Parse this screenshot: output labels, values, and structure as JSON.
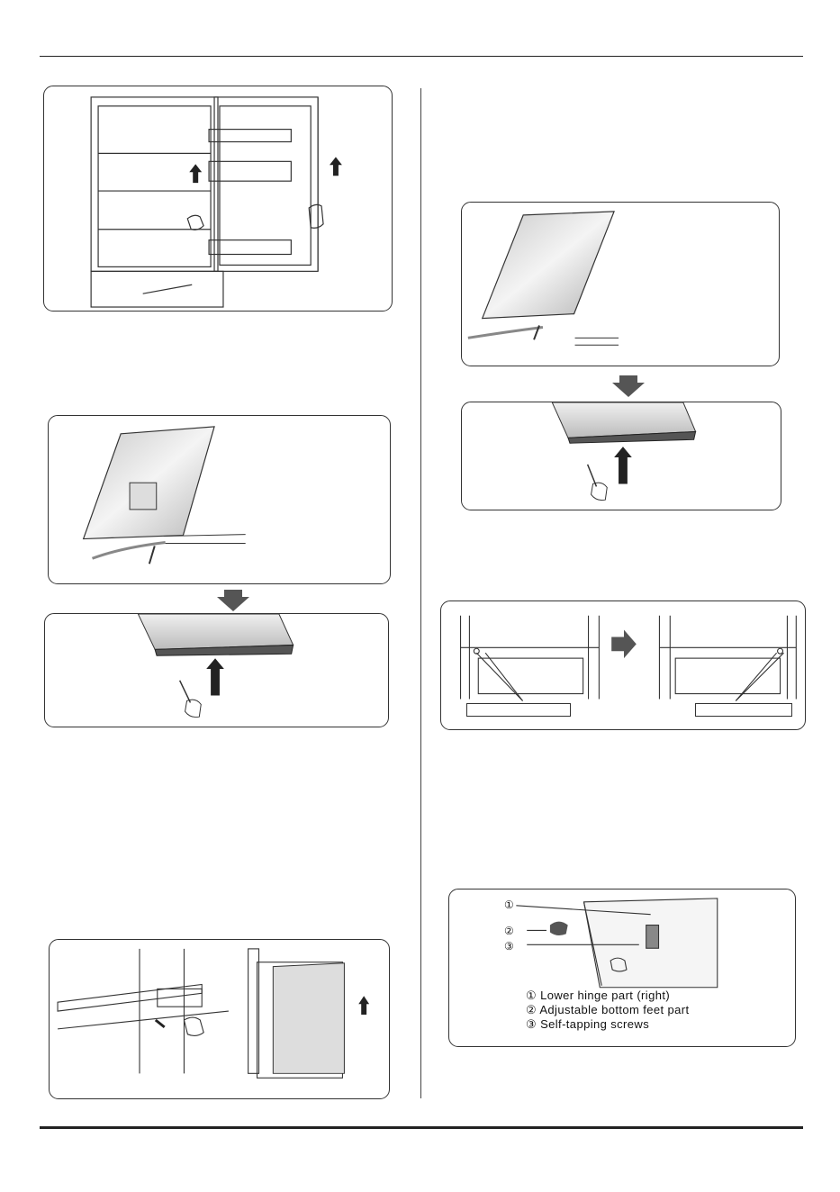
{
  "hinge_figure": {
    "callout_1": "①",
    "callout_2": "②",
    "callout_3": "③",
    "legend": [
      "① Lower hinge part (right)",
      "② Adjustable bottom feet part",
      "③ Self-tapping screws"
    ]
  }
}
